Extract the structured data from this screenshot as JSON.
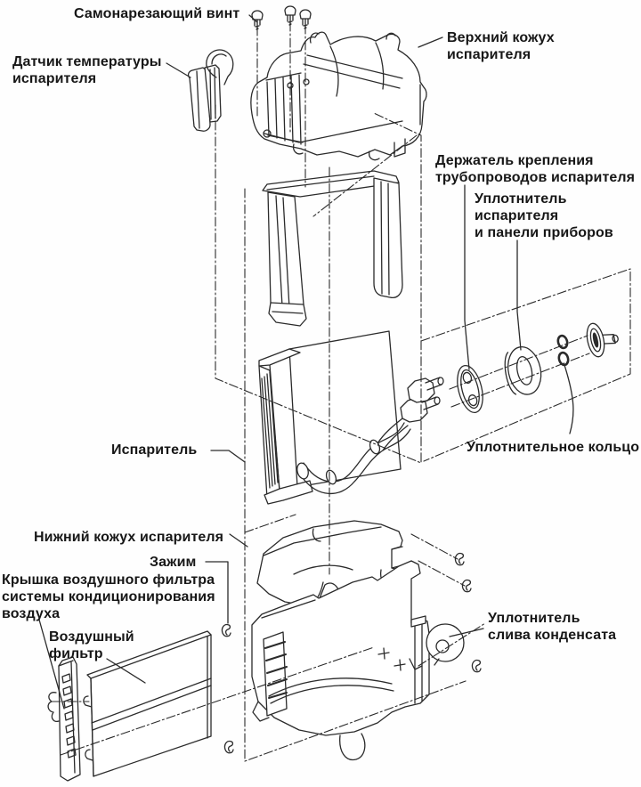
{
  "figure": {
    "type": "exploded-parts-diagram",
    "subject": "evaporator-assembly",
    "background_color": "#fefefe",
    "line_color": "#2b2b2b"
  },
  "labels": {
    "self_tapping_screw": "Самонарезающий винт",
    "upper_casing": "Верхний кожух испарителя",
    "temp_sensor": "Датчик температуры\nиспарителя",
    "pipe_holder": "Держатель крепления\nтрубопроводов испарителя",
    "evaporator_panel_seal": "Уплотнитель\nиспарителя\nи панели приборов",
    "evaporator": "Испаритель",
    "sealing_ring": "Уплотнительное кольцо",
    "lower_casing": "Нижний кожух испарителя",
    "clamp": "Зажим",
    "filter_cover": "Крышка воздушного фильтра\nсистемы кондиционирования\nвоздуха",
    "air_filter": "Воздушный\nфильтр",
    "condensate_drain_seal": "Уплотнитель\nслива конденсата"
  }
}
